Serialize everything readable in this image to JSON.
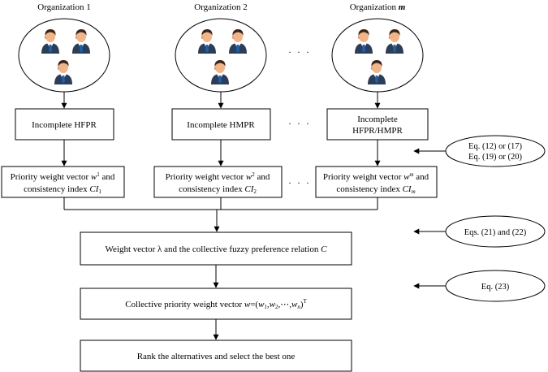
{
  "organizations": [
    {
      "prefix": "Organization ",
      "suffix": "1",
      "suffix_italic": false
    },
    {
      "prefix": "Organization ",
      "suffix": "2",
      "suffix_italic": false
    },
    {
      "prefix": "Organization ",
      "suffix": "m",
      "suffix_italic": true
    }
  ],
  "ellipsis": "· · ·",
  "preference_boxes": [
    {
      "lines": [
        "Incomplete HFPR"
      ]
    },
    {
      "lines": [
        "Incomplete HMPR"
      ]
    },
    {
      "lines": [
        "Incomplete",
        "HFPR/HMPR"
      ]
    }
  ],
  "priority_boxes": [
    {
      "line1": "Priority weight vector ",
      "w": "w",
      "sup": "1",
      "and": " and",
      "line2": "consistency index ",
      "ci": "CI",
      "sub": "1"
    },
    {
      "line1": "Priority weight vector ",
      "w": "w",
      "sup": "2",
      "and": " and",
      "line2": "consistency index ",
      "ci": "CI",
      "sub": "2"
    },
    {
      "line1": "Priority weight vector ",
      "w": "w",
      "sup": "m",
      "and": " and",
      "line2": "consistency index ",
      "ci": "CI",
      "sub": "m"
    }
  ],
  "step_boxes": {
    "collective_relation": {
      "text": "Weight vector λ and the collective fuzzy preference relation ",
      "var": "C"
    },
    "collective_vector": {
      "prefix": "Collective priority weight vector ",
      "w": "w",
      "eq": "=(",
      "w1": "w",
      "s1": "1",
      "c1": ",",
      "w2": "w",
      "s2": "2",
      "c2": ",",
      "cdots": "⋯,",
      "wn": "w",
      "sn": "n",
      "close": ")",
      "sup": "T"
    },
    "rank": {
      "text": "Rank the alternatives and select the best one"
    }
  },
  "equation_labels": [
    {
      "lines": [
        "Eq. (12) or (17)",
        "Eq. (19) or (20)"
      ]
    },
    {
      "lines": [
        "Eqs. (21) and (22)"
      ]
    },
    {
      "lines": [
        "Eq. (23)"
      ]
    }
  ],
  "icons": [
    "person-icon"
  ],
  "colors": {
    "skin": "#f0b58a",
    "hair": "#3a2418",
    "suit": "#2c3e57",
    "tie": "#1d5fb0",
    "line": "#000000"
  }
}
